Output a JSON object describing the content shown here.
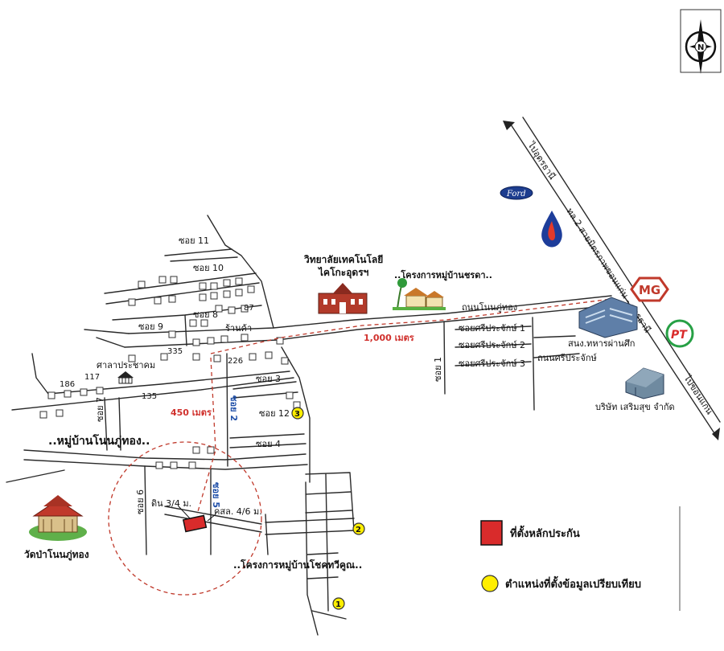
{
  "compass": {
    "letter": "N"
  },
  "roads": {
    "soi_11": "ซอย 11",
    "soi_10": "ซอย 10",
    "soi_9": "ซอย 9",
    "soi_8": "ซอย 8",
    "soi_7": "ซอย 7",
    "soi_6": "ซอย 6",
    "soi_5": "ซอย 5",
    "soi_4": "ซอย 4",
    "soi_3": "ซอย 3",
    "soi_2": "ซอย 2",
    "soi_1": "ซอย 1",
    "soi_12": "ซอย 12",
    "main_road": "ถนนโนนภู่ทอง",
    "sri_1": "ซอยศรีประจักษ์ 1",
    "sri_2": "ซอยศรีประจักษ์ 2",
    "sri_3": "ซอยศรีประจักษ์ 3",
    "sri_road": "ถนนศรีประจักษ์",
    "highway": "ทล.2 สายมิตรภาพขอนแก่น - อุดรธานี",
    "to_udon": "ไปอุดรธานี",
    "to_khonkaen": "ไปขอนแก่น"
  },
  "places": {
    "college_1": "วิทยาลัยเทคโนโลยี",
    "college_2": "ไคโกะอุดรฯ",
    "village_chada": "..โครงการหมู่บ้านชรดา..",
    "ran_kha": "ร้านค้า",
    "sala": "ศาลาประชาคม",
    "village_main": "..หมู่บ้านโนนภู่ทอง..",
    "temple": "วัดป่าโนนภู่ทอง",
    "village_chok": "..โครงการหมู่บ้านโชคทวีคูณ..",
    "military": "สนง.ทหารผ่านศึก",
    "company": "บริษัท เสริมสุข จำกัด",
    "land": "ดิน 3/4 ม.",
    "concrete": "คสล. 4/6 ม."
  },
  "house_numbers": {
    "n87": "87",
    "n335": "335",
    "n226": "226",
    "n186": "186",
    "n117": "117",
    "n135": "135"
  },
  "distances": {
    "d1000": "1,000 เมตร",
    "d450": "450 เมตร"
  },
  "brands": {
    "ford": "Ford",
    "mg": "MG",
    "pt": "PT"
  },
  "comparables": [
    {
      "number": "1"
    },
    {
      "number": "2"
    },
    {
      "number": "3"
    }
  ],
  "legend": {
    "collateral": "ที่ตั้งหลักประกัน",
    "comparable": "ตำแหน่งที่ตั้งข้อมูลเปรียบเทียบ",
    "collateral_color": "#d92b2b",
    "comparable_color": "#ffee00"
  }
}
